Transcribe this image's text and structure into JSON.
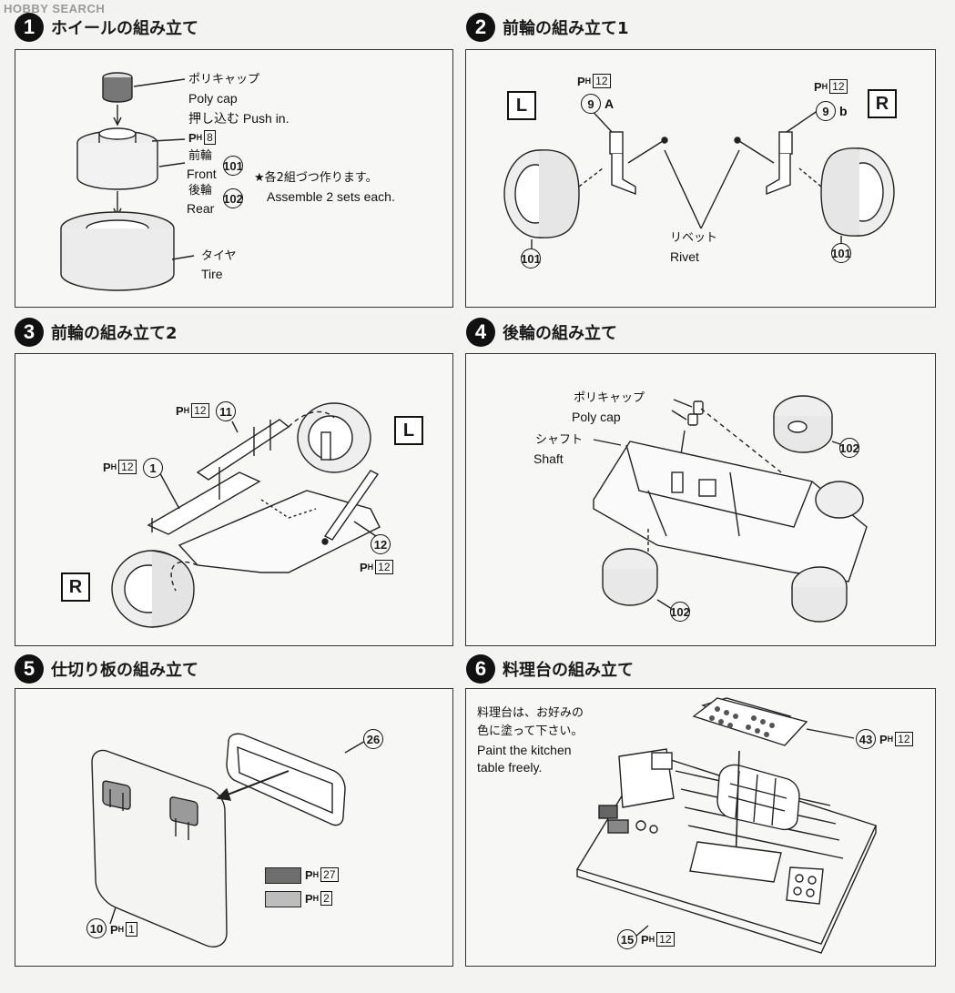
{
  "watermark": "HOBBY SEARCH",
  "steps": [
    {
      "num": "1",
      "title": "ホイールの組み立て"
    },
    {
      "num": "2",
      "title": "前輪の組み立て1"
    },
    {
      "num": "3",
      "title": "前輪の組み立て2"
    },
    {
      "num": "4",
      "title": "後輪の組み立て"
    },
    {
      "num": "5",
      "title": "仕切り板の組み立て"
    },
    {
      "num": "6",
      "title": "料理台の組み立て"
    }
  ],
  "step1": {
    "polycap_jp": "ポリキャップ",
    "polycap_en": "Poly cap",
    "push_in": "押し込む Push in.",
    "ph": "8",
    "front_jp": "前輪",
    "front_en": "Front",
    "front_num": "101",
    "rear_jp": "後輪",
    "rear_en": "Rear",
    "rear_num": "102",
    "note_jp": "★各2組づつ作ります。",
    "note_en": "Assemble 2 sets each.",
    "tire_jp": "タイヤ",
    "tire_en": "Tire"
  },
  "step2": {
    "left": "L",
    "right": "R",
    "ph_a": "12",
    "ph_b": "12",
    "part_a_num": "9",
    "part_a_letter": "A",
    "part_b_num": "9",
    "part_b_letter": "b",
    "rivet_jp": "リベット",
    "rivet_en": "Rivet",
    "wheel_left": "101",
    "wheel_right": "101"
  },
  "step3": {
    "ph_11": "12",
    "part_11": "11",
    "ph_1": "12",
    "part_1": "1",
    "left": "L",
    "right": "R",
    "part_12": "12",
    "ph_12": "12"
  },
  "step4": {
    "polycap_jp": "ポリキャップ",
    "polycap_en": "Poly cap",
    "shaft_jp": "シャフト",
    "shaft_en": "Shaft",
    "wheel_top": "102",
    "wheel_bottom": "102"
  },
  "step5": {
    "part_26": "26",
    "part_10": "10",
    "ph_10": "1",
    "swatch_dark_ph": "27",
    "swatch_light_ph": "2",
    "swatch_dark_color": "#6e6e6e",
    "swatch_light_color": "#bdbdbd"
  },
  "step6": {
    "note_jp1": "料理台は、お好みの",
    "note_jp2": "色に塗って下さい。",
    "note_en1": "Paint the kitchen",
    "note_en2": "table freely.",
    "part_43": "43",
    "ph_43": "12",
    "part_15": "15",
    "ph_15": "12"
  },
  "ph_letter": "P",
  "ph_sub": "H"
}
